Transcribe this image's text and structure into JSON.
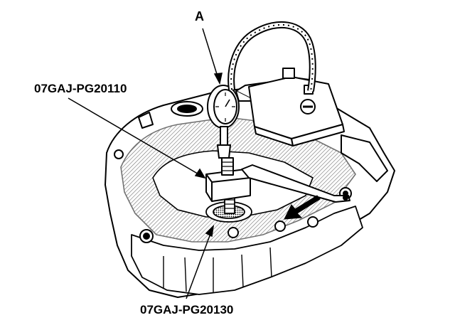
{
  "callouts": {
    "gauge": "A",
    "tool_upper": "07GAJ-PG20110",
    "tool_lower": "07GAJ-PG20130"
  },
  "colors": {
    "ink": "#000000",
    "paper": "#ffffff",
    "shade": "#9a9a9a"
  }
}
